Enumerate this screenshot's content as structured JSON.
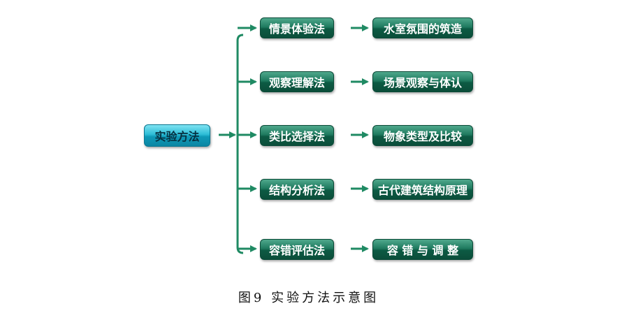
{
  "diagram": {
    "root": "实验方法",
    "branches": [
      {
        "method": "情景体验法",
        "result": "水室氛围的筑造"
      },
      {
        "method": "观察理解法",
        "result": "场景观察与体认"
      },
      {
        "method": "类比选择法",
        "result": "物象类型及比较"
      },
      {
        "method": "结构分析法",
        "result": "古代建筑结构原理"
      },
      {
        "method": "容错评估法",
        "result": "容 错 与 调 整"
      }
    ],
    "caption": "图9 实验方法示意图",
    "colors": {
      "line": "#1f8a63",
      "box": "#0c5a43",
      "root_box": "#2cbcd6"
    }
  }
}
